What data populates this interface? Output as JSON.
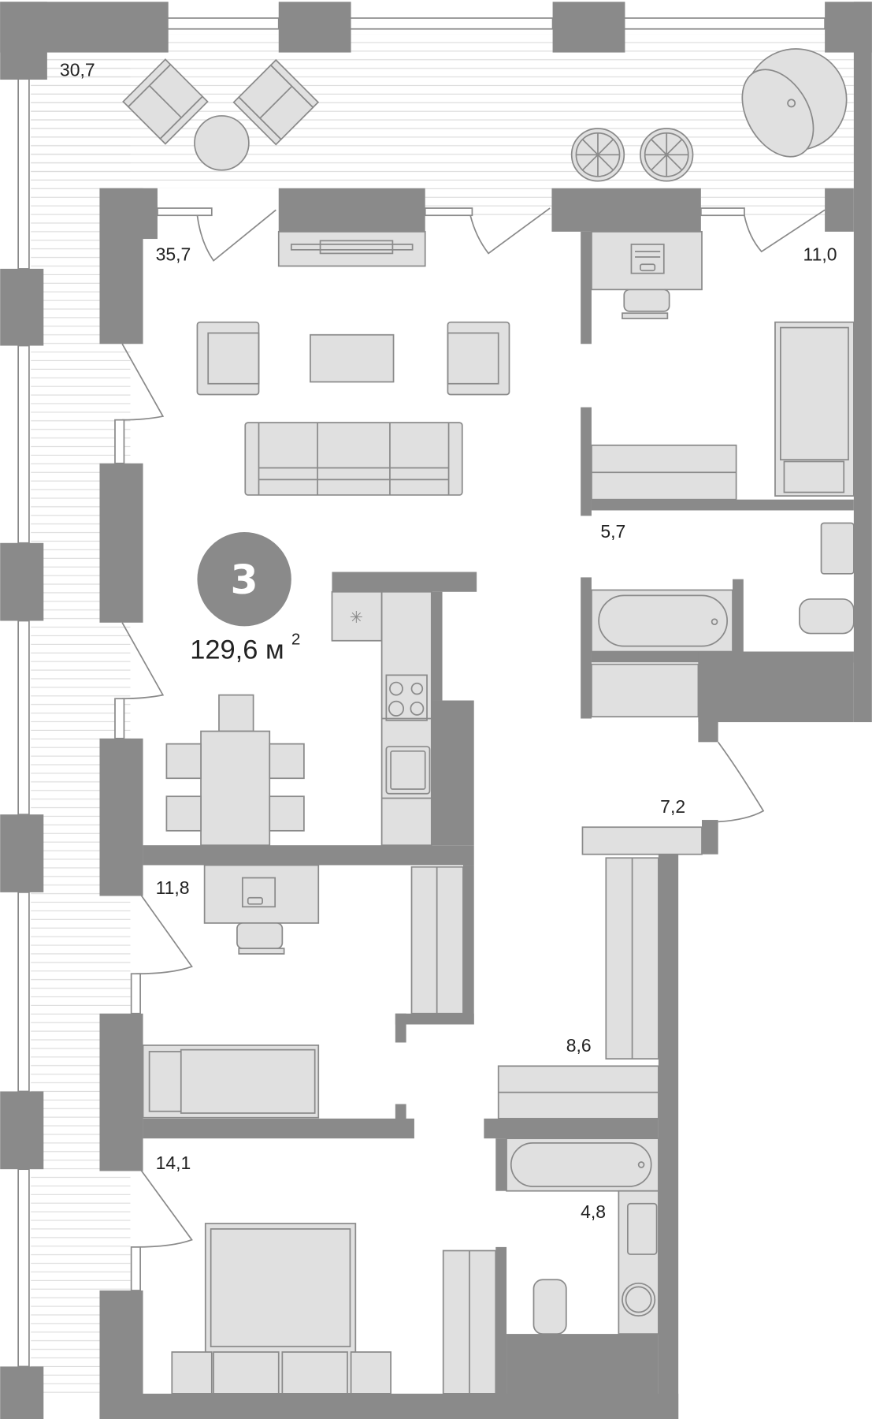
{
  "plan": {
    "rooms_count": "3",
    "total_area": "129,6 м",
    "total_area_unit_sup": "2",
    "colors": {
      "wall": "#8a8a8a",
      "furniture": "#e0e0e0",
      "hatch": "#dcdcdc",
      "text": "#222222",
      "background": "#ffffff"
    }
  },
  "rooms": [
    {
      "id": "terrace",
      "area": "30,7"
    },
    {
      "id": "living-room",
      "area": "35,7"
    },
    {
      "id": "study",
      "area": "11,0"
    },
    {
      "id": "bathroom-1",
      "area": "5,7"
    },
    {
      "id": "hallway",
      "area": "7,2"
    },
    {
      "id": "bedroom-1",
      "area": "11,8"
    },
    {
      "id": "wardrobe",
      "area": "8,6"
    },
    {
      "id": "bedroom-2",
      "area": "14,1"
    },
    {
      "id": "bathroom-2",
      "area": "4,8"
    }
  ]
}
